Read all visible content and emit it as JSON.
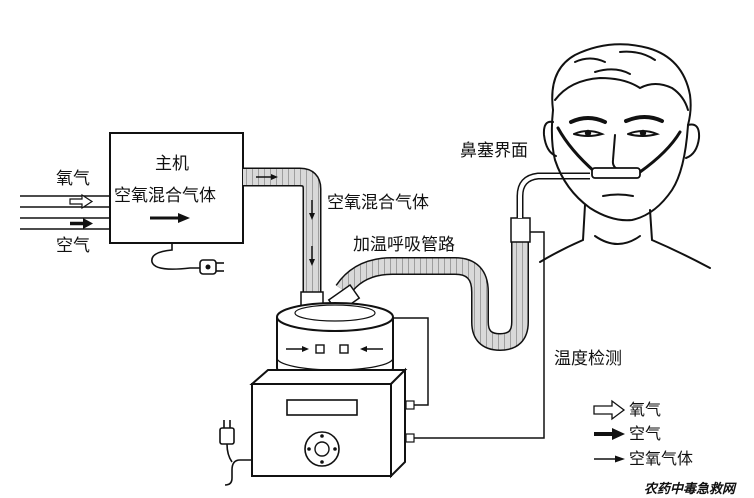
{
  "labels": {
    "main_unit": "主机",
    "main_unit_sub": "空氧混合气体",
    "oxygen_in": "氧气",
    "air_in": "空气",
    "mixed_gas": "空氧混合气体",
    "heated_tube": "加温呼吸管路",
    "nasal_interface": "鼻塞界面",
    "temp_detection": "温度检测"
  },
  "legend": {
    "items": [
      {
        "icon": "hollow-arrow-icon",
        "label": "氧气"
      },
      {
        "icon": "bold-arrow-icon",
        "label": "空气"
      },
      {
        "icon": "thin-arrow-icon",
        "label": "空氧气体"
      }
    ]
  },
  "watermark": "农药中毒急救网"
}
